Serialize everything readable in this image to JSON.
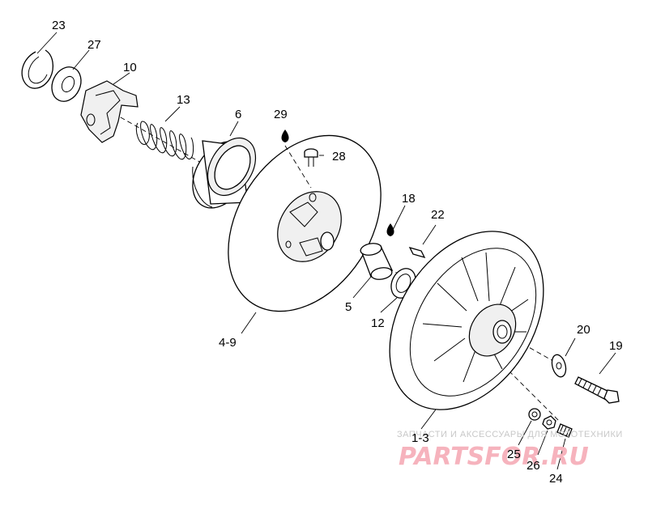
{
  "labels": {
    "p23": "23",
    "p27": "27",
    "p10": "10",
    "p13": "13",
    "p6": "6",
    "p29": "29",
    "p28": "28",
    "p18": "18",
    "p22": "22",
    "p5": "5",
    "p12": "12",
    "p4_9": "4-9",
    "p20": "20",
    "p19": "19",
    "p1_3": "1-3",
    "p25": "25",
    "p26": "26",
    "p24": "24"
  },
  "watermark": {
    "tagline": "ЗАПЧАСТИ И АКСЕССУАРЫ ДЛЯ МОТОТЕХНИКИ",
    "brand": "PARTSFOR.RU"
  },
  "colors": {
    "watermark_brand": "#f6b3bd",
    "watermark_tagline": "#c8c8c8"
  }
}
